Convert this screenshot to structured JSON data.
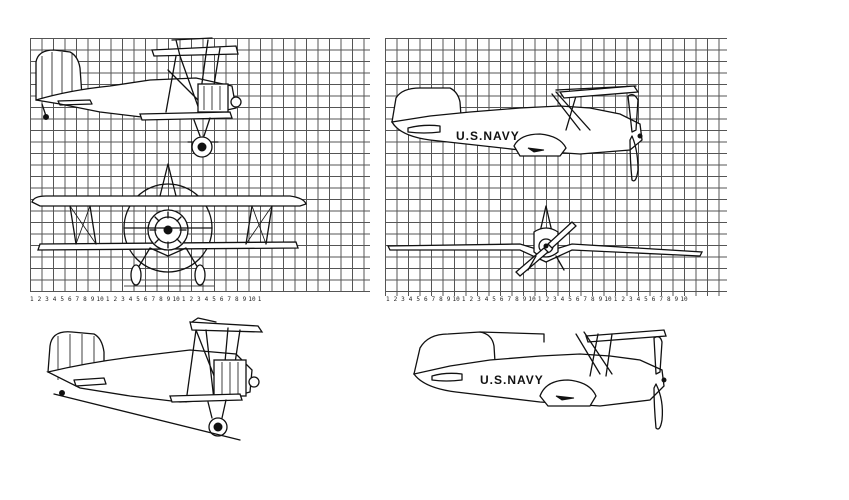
{
  "sheet": {
    "views": [
      {
        "id": "left-side-view-grid",
        "depicts": "biplane side elevation"
      },
      {
        "id": "left-front-view-grid",
        "depicts": "biplane front elevation"
      },
      {
        "id": "right-side-view-grid",
        "depicts": "monoplane side elevation"
      },
      {
        "id": "right-front-view-grid",
        "depicts": "monoplane front elevation"
      },
      {
        "id": "left-perspective",
        "depicts": "biplane side sketch"
      },
      {
        "id": "right-perspective",
        "depicts": "monoplane side sketch"
      }
    ]
  },
  "markings": {
    "us_navy": "U.S.NAVY"
  },
  "scales": {
    "left": [
      "1",
      "2",
      "3",
      "4",
      "5",
      "6",
      "7",
      "8",
      "9",
      "10",
      "1",
      "2",
      "3",
      "4",
      "5",
      "6",
      "7",
      "8",
      "9",
      "10",
      "1",
      "2",
      "3",
      "4",
      "5",
      "6",
      "7",
      "8",
      "9",
      "10",
      "1"
    ],
    "right": [
      "1",
      "2",
      "3",
      "4",
      "5",
      "6",
      "7",
      "8",
      "9",
      "10",
      "1",
      "2",
      "3",
      "4",
      "5",
      "6",
      "7",
      "8",
      "9",
      "10",
      "1",
      "2",
      "3",
      "4",
      "5",
      "6",
      "7",
      "8",
      "9",
      "10",
      "1",
      "2",
      "3",
      "4",
      "5",
      "6",
      "7",
      "8",
      "9",
      "10"
    ]
  }
}
